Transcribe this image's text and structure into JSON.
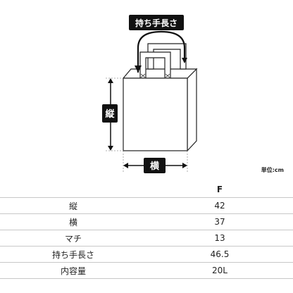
{
  "diagram": {
    "handle_length_label": "持ち手長さ",
    "length_label": "縦",
    "width_label": "横",
    "unit_label": "単位:cm"
  },
  "table": {
    "size_header": "F",
    "rows": [
      {
        "label": "縦",
        "value": "42"
      },
      {
        "label": "横",
        "value": "37"
      },
      {
        "label": "マチ",
        "value": "13"
      },
      {
        "label": "持ち手長さ",
        "value": "46.5"
      },
      {
        "label": "内容量",
        "value": "20L"
      }
    ]
  }
}
